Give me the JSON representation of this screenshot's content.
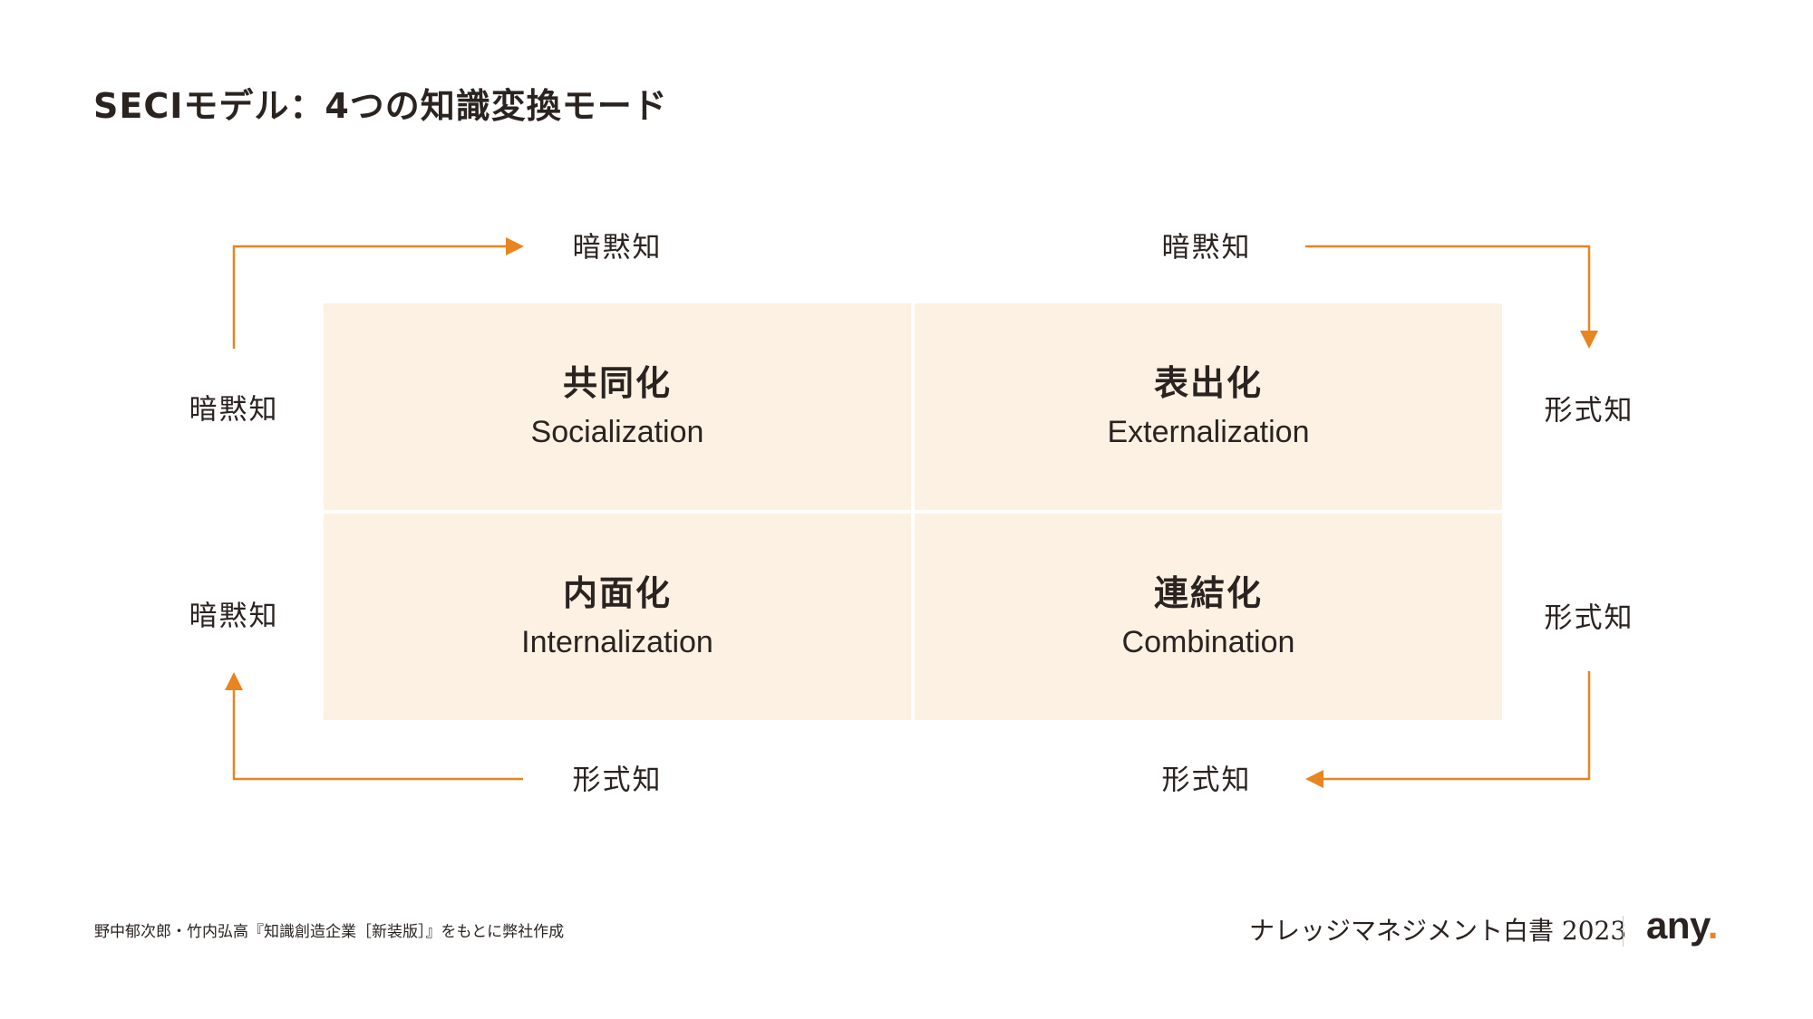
{
  "title": "SECIモデル：4つの知識変換モード",
  "quadrants": [
    {
      "jp": "共同化",
      "en": "Socialization"
    },
    {
      "jp": "表出化",
      "en": "Externalization"
    },
    {
      "jp": "内面化",
      "en": "Internalization"
    },
    {
      "jp": "連結化",
      "en": "Combination"
    }
  ],
  "labels": {
    "top_left": "暗黙知",
    "top_right": "暗黙知",
    "left_upper": "暗黙知",
    "left_lower": "暗黙知",
    "right_upper": "形式知",
    "right_lower": "形式知",
    "bottom_left": "形式知",
    "bottom_right": "形式知"
  },
  "footer": {
    "source": "野中郁次郎・竹内弘高『知識創造企業［新装版］』をもとに弊社作成",
    "report": "ナレッジマネジメント白書 2023",
    "logo_text": "any",
    "logo_dot": "."
  },
  "colors": {
    "accent": "#e8851f",
    "cell_background": "#fcf1e3",
    "text": "#2a2320"
  }
}
